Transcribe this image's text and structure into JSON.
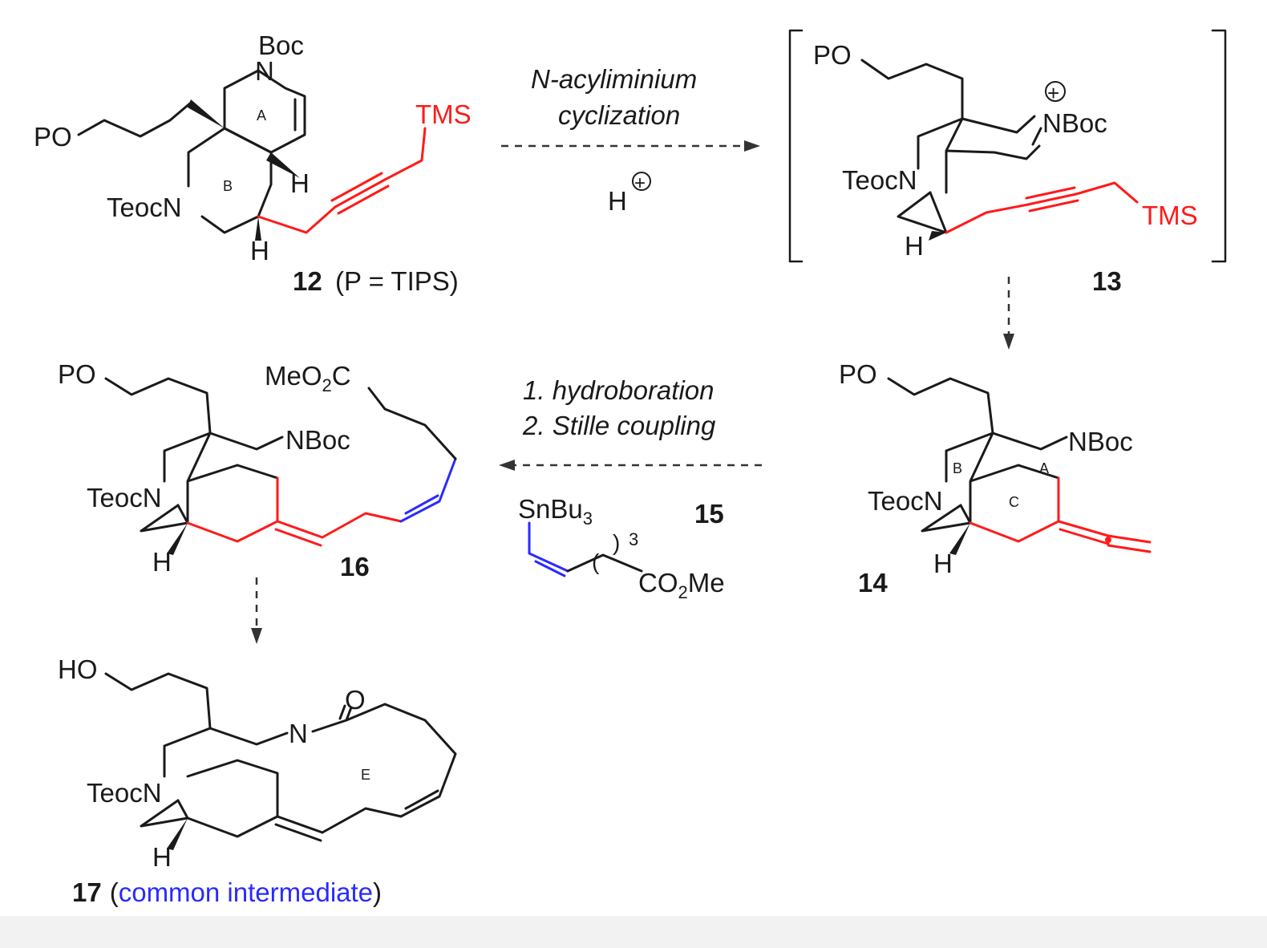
{
  "labels": {
    "boc": "Boc",
    "n": "N",
    "nboc": "NBoc",
    "po": "PO",
    "ho": "HO",
    "o": "O",
    "teocn": "TeocN",
    "h": "H",
    "tms": "TMS",
    "ring_a": "A",
    "ring_b": "B",
    "ring_c": "C",
    "ring_e": "E",
    "plus": "+",
    "meo2c": "MeO",
    "meo2c_sub": "2",
    "meo2c_tail": "C",
    "snbu3": "SnBu",
    "snbu3_sub": "3",
    "co2me": "CO",
    "co2me_sub": "2",
    "co2me_tail": "Me",
    "repeat_n": "3",
    "paren_open": "(",
    "paren_close": ")"
  },
  "compounds": {
    "c12": {
      "number": "12",
      "note": "(P = TIPS)"
    },
    "c13": {
      "number": "13"
    },
    "c14": {
      "number": "14"
    },
    "c15": {
      "number": "15"
    },
    "c16": {
      "number": "16"
    },
    "c17": {
      "number": "17",
      "note_open": "(",
      "note": "common intermediate",
      "note_close": ")"
    }
  },
  "arrows": {
    "step1": {
      "line1": "N-acyliminium",
      "line2": "cyclization",
      "reagent": "H"
    },
    "step2": {
      "line1": "1. hydroboration",
      "line2": "2. Stille coupling"
    }
  },
  "colors": {
    "highlight_red": "#ff1a1a",
    "highlight_blue": "#2a2aff",
    "bond": "#1a1a1a"
  }
}
